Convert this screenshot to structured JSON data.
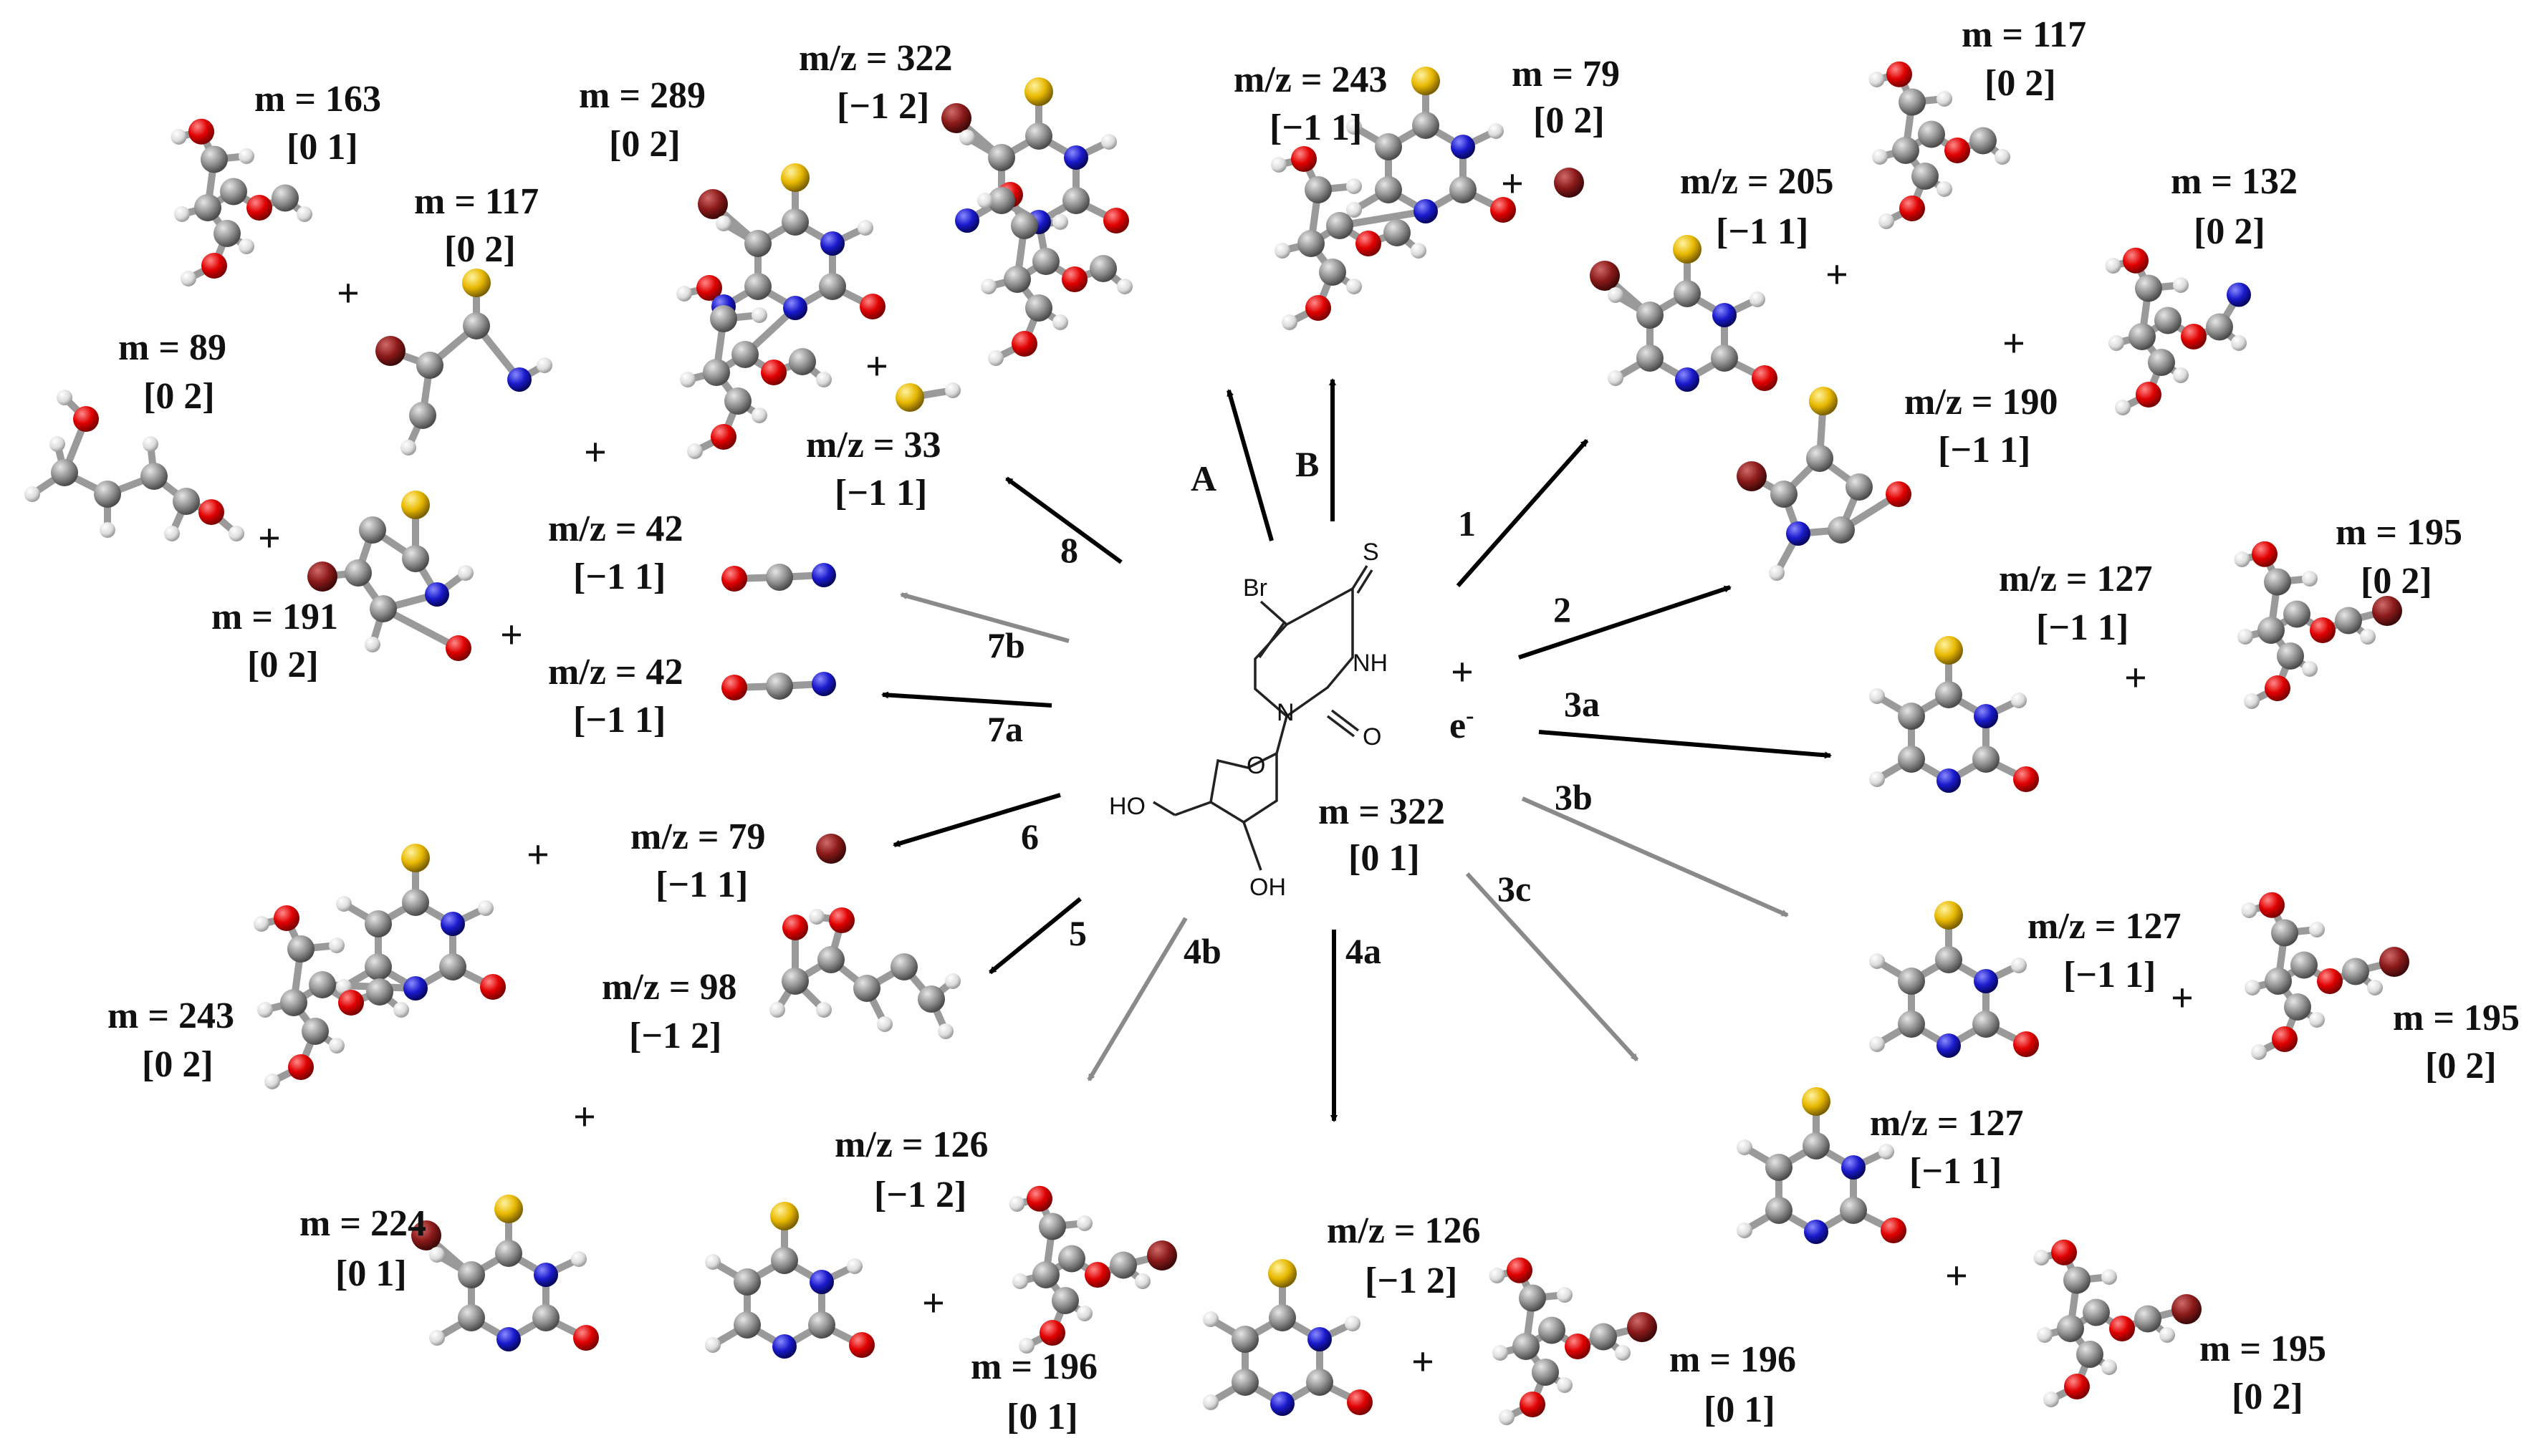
{
  "center": {
    "mass_label": "m = 322",
    "state_label": "[0 1]",
    "electron": "e",
    "electron_sup": "-",
    "plus": "+",
    "atoms": {
      "br": "Br",
      "s": "S",
      "nh": "NH",
      "n": "N",
      "o": "O",
      "ho": "HO",
      "oh": "OH",
      "o_ring": "O"
    }
  },
  "paths": [
    {
      "id": "A",
      "label": "A",
      "color": "black"
    },
    {
      "id": "B",
      "label": "B",
      "color": "black"
    },
    {
      "id": "1",
      "label": "1",
      "color": "black"
    },
    {
      "id": "2",
      "label": "2",
      "color": "black"
    },
    {
      "id": "3a",
      "label": "3a",
      "color": "black"
    },
    {
      "id": "3b",
      "label": "3b",
      "color": "gray"
    },
    {
      "id": "3c",
      "label": "3c",
      "color": "gray"
    },
    {
      "id": "4a",
      "label": "4a",
      "color": "black"
    },
    {
      "id": "4b",
      "label": "4b",
      "color": "gray"
    },
    {
      "id": "5",
      "label": "5",
      "color": "black"
    },
    {
      "id": "6",
      "label": "6",
      "color": "black"
    },
    {
      "id": "7a",
      "label": "7a",
      "color": "black"
    },
    {
      "id": "7b",
      "label": "7b",
      "color": "gray"
    },
    {
      "id": "8",
      "label": "8",
      "color": "black"
    }
  ],
  "fragments": {
    "pathA": {
      "main": "m/z = 322",
      "main_state": "[−1 2]"
    },
    "pathB": {
      "main": "m/z = 243",
      "main_state": "[−1 1]",
      "other": "m = 79",
      "other_state": "[0 2]"
    },
    "path1": {
      "ion": "m/z = 205",
      "ion_state": "[−1 1]",
      "neutral": "m = 117",
      "neutral_state": "[0 2]"
    },
    "path2": {
      "ion": "m/z = 190",
      "ion_state": "[−1 1]",
      "neutral": "m = 132",
      "neutral_state": "[0 2]"
    },
    "path3a": {
      "ion": "m/z = 127",
      "ion_state": "[−1 1]",
      "neutral": "m = 195",
      "neutral_state": "[0 2]"
    },
    "path3b": {
      "ion": "m/z = 127",
      "ion_state": "[−1 1]",
      "neutral": "m = 195",
      "neutral_state": "[0 2]"
    },
    "path3c": {
      "ion": "m/z = 127",
      "ion_state": "[−1 1]",
      "neutral": "m = 195",
      "neutral_state": "[0 2]"
    },
    "path4a": {
      "ion": "m/z = 126",
      "ion_state": "[−1 2]",
      "neutral": "m = 196",
      "neutral_state": "[0 1]"
    },
    "path4b": {
      "ion": "m/z = 126",
      "ion_state": "[−1 2]",
      "neutral": "m = 196",
      "neutral_state": "[0 1]"
    },
    "path5": {
      "ion": "m/z = 98",
      "ion_state": "[−1 2]",
      "n1": "m = 243",
      "n1_state": "[0 2]",
      "n2": "m = 224",
      "n2_state": "[0 1]"
    },
    "path6": {
      "ion": "m/z = 79",
      "ion_state": "[−1 1]"
    },
    "path7a": {
      "ion": "m/z = 42",
      "ion_state": "[−1 1]"
    },
    "path7b": {
      "ion": "m/z = 42",
      "ion_state": "[−1 1]",
      "n1": "m = 191",
      "n1_state": "[0 2]",
      "n2": "m = 89",
      "n2_state": "[0 2]"
    },
    "path8": {
      "ion": "m/z = 33",
      "ion_state": "[−1 1]",
      "n1": "m = 289",
      "n1_state": "[0 2]",
      "n2": "m = 163",
      "n2_state": "[0 1]",
      "n3": "m = 117",
      "n3_state": "[0 2]"
    }
  },
  "colors": {
    "carbon": "#8c8c8c",
    "hydrogen": "#e9e9e9",
    "oxygen": "#e00000",
    "nitrogen": "#1a1acc",
    "sulfur": "#e8b800",
    "bromine": "#8b1a1a",
    "arrow_black": "#000000",
    "arrow_gray": "#8a8a8a"
  }
}
